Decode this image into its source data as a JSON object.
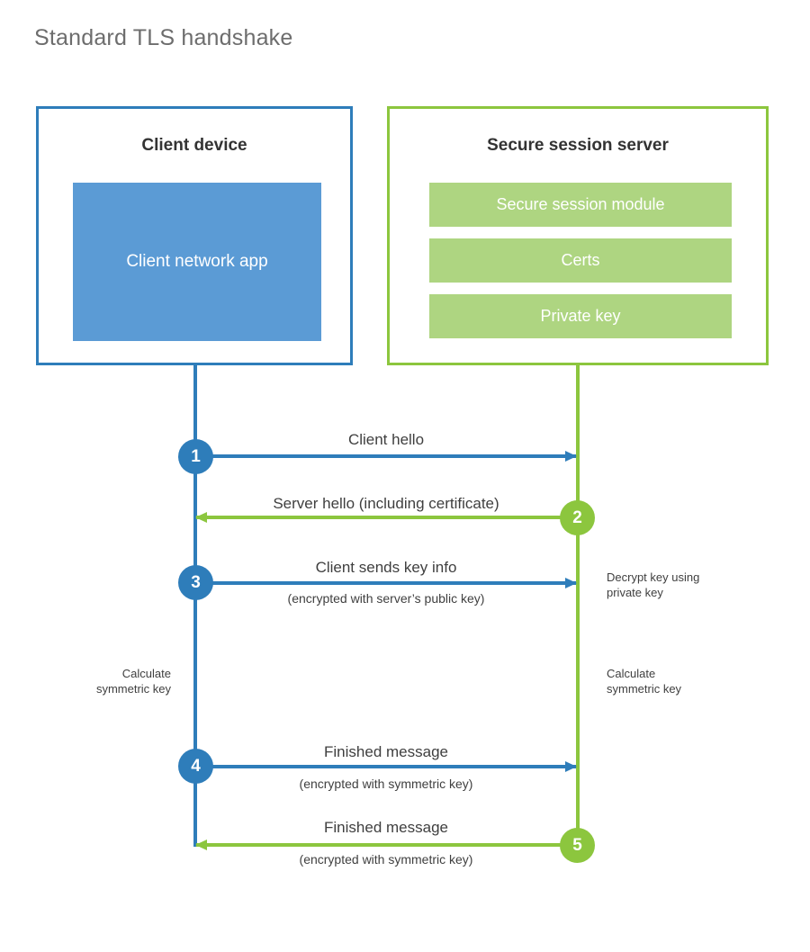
{
  "title": "Standard TLS handshake",
  "colors": {
    "client_blue": "#2e7dba",
    "client_app_fill": "#5b9bd5",
    "server_green": "#8cc63e",
    "server_bar_fill": "#aed581",
    "title_gray": "#6d6d6d",
    "text_gray": "#3f3f3f"
  },
  "client": {
    "title": "Client device",
    "app_label": "Client network app"
  },
  "server": {
    "title": "Secure session server",
    "components": [
      {
        "label": "Secure session module"
      },
      {
        "label": "Certs"
      },
      {
        "label": "Private key"
      }
    ]
  },
  "steps": [
    {
      "number": "1",
      "side": "client",
      "direction": "client-to-server",
      "label": "Client hello",
      "sublabel": ""
    },
    {
      "number": "2",
      "side": "server",
      "direction": "server-to-client",
      "label": "Server hello (including certificate)",
      "sublabel": ""
    },
    {
      "number": "3",
      "side": "client",
      "direction": "client-to-server",
      "label": "Client sends key info",
      "sublabel": "(encrypted with server’s public key)"
    },
    {
      "number": "4",
      "side": "client",
      "direction": "client-to-server",
      "label": "Finished message",
      "sublabel": "(encrypted with symmetric key)"
    },
    {
      "number": "5",
      "side": "server",
      "direction": "server-to-client",
      "label": "Finished message",
      "sublabel": "(encrypted with symmetric key)"
    }
  ],
  "notes": {
    "decrypt_key": "Decrypt key using\nprivate key",
    "decrypt_key_line1": "Decrypt key using",
    "decrypt_key_line2": "private key",
    "client_calc_line1": "Calculate",
    "client_calc_line2": "symmetric key",
    "server_calc_line1": "Calculate",
    "server_calc_line2": "symmetric key"
  }
}
